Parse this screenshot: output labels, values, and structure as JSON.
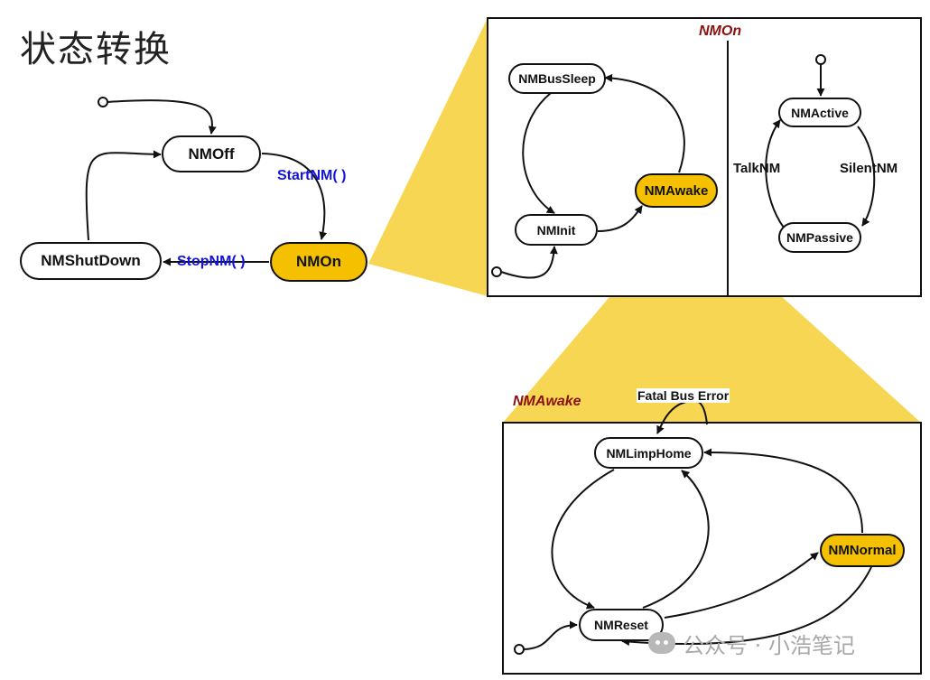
{
  "title": "状态转换",
  "colors": {
    "highlight": "#f5c000",
    "zoom_fill": "#f7d653",
    "transition_label": "#1414d8",
    "group_label": "#8b1010"
  },
  "top_level": {
    "states": {
      "nmoff": "NMOff",
      "nmon": "NMOn",
      "nmshutdown": "NMShutDown"
    },
    "transitions": {
      "start": "StartNM( )",
      "stop": "StopNM( )"
    }
  },
  "nmon_box": {
    "label": "NMOn",
    "states": {
      "busSleep": "NMBusSleep",
      "init": "NMInit",
      "awake": "NMAwake",
      "active": "NMActive",
      "passive": "NMPassive"
    },
    "transitions": {
      "talk": "TalkNM",
      "silent": "SilentNM"
    }
  },
  "nmawake_box": {
    "label": "NMAwake",
    "states": {
      "limpHome": "NMLimpHome",
      "reset": "NMReset",
      "normal": "NMNormal"
    },
    "transitions": {
      "fatal": "Fatal Bus Error"
    }
  },
  "watermark": "公众号 · 小浩笔记"
}
